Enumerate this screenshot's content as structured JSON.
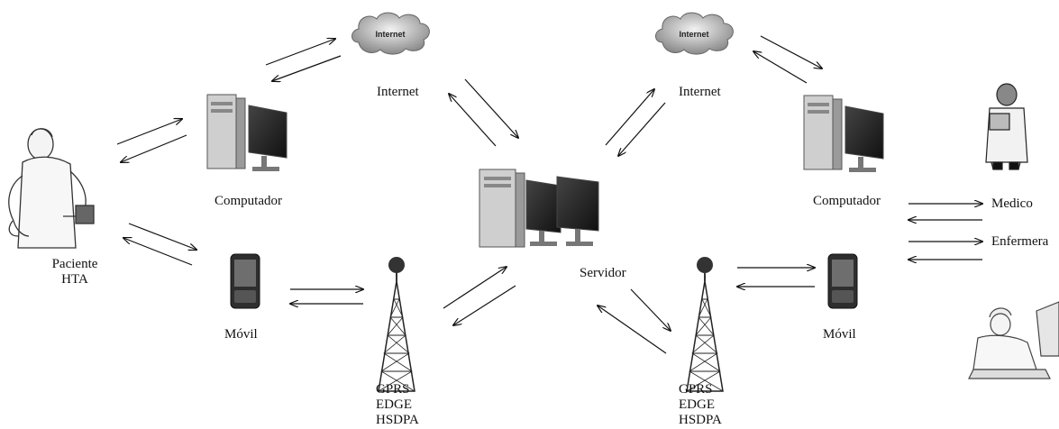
{
  "labels": {
    "internet_left": "Internet",
    "internet_right": "Internet",
    "cloud_text_left": "Internet",
    "cloud_text_right": "Internet",
    "computador_left": "Computador",
    "computador_right": "Computador",
    "paciente_line1": "Paciente",
    "paciente_line2": "HTA",
    "movil_left": "Móvil",
    "movil_right": "Móvil",
    "servidor": "Servidor",
    "gprs_left": [
      "GPRS",
      "EDGE",
      "HSDPA"
    ],
    "gprs_right": [
      "GPRS",
      "EDGE",
      "HSDPA"
    ],
    "medico": "Medico",
    "enfermera": "Enfermera"
  },
  "icons": [
    "internet-cloud-icon",
    "computer-icon",
    "server-icon",
    "mobile-phone-icon",
    "antenna-tower-icon",
    "patient-figure-icon",
    "doctor-figure-icon",
    "nurse-figure-icon"
  ]
}
